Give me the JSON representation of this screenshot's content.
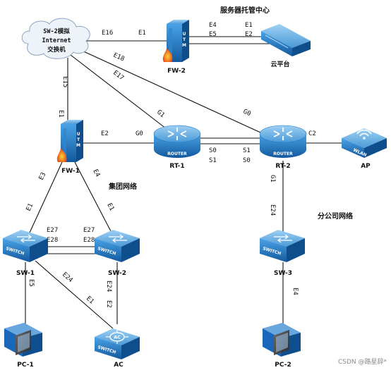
{
  "zones": {
    "service": "服务器托管中心",
    "group": "集团网络",
    "branch": "分公司网络"
  },
  "devices": {
    "cloud": {
      "line1": "SW-2模拟",
      "line2": "Internet",
      "line3": "交换机"
    },
    "fw2": {
      "name": "FW-2",
      "icon_text": "UTM"
    },
    "cloud_platform": {
      "name": "云平台"
    },
    "fw1": {
      "name": "FW-1",
      "icon_text": "UTM"
    },
    "rt1": {
      "name": "RT-1",
      "icon_text": "ROUTER"
    },
    "rt2": {
      "name": "RT-2",
      "icon_text": "ROUTER"
    },
    "ap": {
      "name": "AP",
      "icon_text": "WLAN"
    },
    "sw1": {
      "name": "SW-1",
      "icon_text": "SWITCH"
    },
    "sw2": {
      "name": "SW-2",
      "icon_text": "SWITCH"
    },
    "sw3": {
      "name": "SW-3",
      "icon_text": "SWITCH"
    },
    "ac": {
      "name": "AC",
      "icon_text": "SWITCH",
      "badge": "AC"
    },
    "pc1": {
      "name": "PC-1"
    },
    "pc2": {
      "name": "PC-2"
    }
  },
  "ports": {
    "cloud_fw2": "E16",
    "fw2_cloud": "E1",
    "fw2_e4": "E4",
    "fw2_e5": "E5",
    "cp_e1": "E1",
    "cp_e2": "E2",
    "cloud_rt2": "E18",
    "cloud_rt1": "E17",
    "cloud_fw1": "E15",
    "rt1_g1": "G1",
    "rt2_g0": "G0",
    "fw1_e1": "E1",
    "fw1_e2": "E2",
    "rt1_g0": "G0",
    "rt1_s0": "S0",
    "rt1_s1": "S1",
    "rt2_s1": "S1",
    "rt2_s0": "S0",
    "rt2_c2": "C2",
    "rt2_g1": "G1",
    "sw3_e24": "E24",
    "fw1_e3": "E3",
    "fw1_e4": "E4",
    "sw1_e1": "E1",
    "sw2_e1": "E1",
    "sw1_e27": "E27",
    "sw1_e28": "E28",
    "sw2_e27": "E27",
    "sw2_e28": "E28",
    "sw1_e5": "E5",
    "sw1_e24": "E24",
    "ac_e1": "E1",
    "sw2_e24": "E24",
    "ac_e2": "E2",
    "sw3_e4": "E4"
  },
  "watermark": "CSDN @路星辞*",
  "colors": {
    "cloud_fill": "#eef3fa",
    "device_blue": "#1e78c8",
    "device_dark": "#0f4e8c",
    "firewall_fire": "#e8451c",
    "pc_blue": "#1a66b8"
  }
}
